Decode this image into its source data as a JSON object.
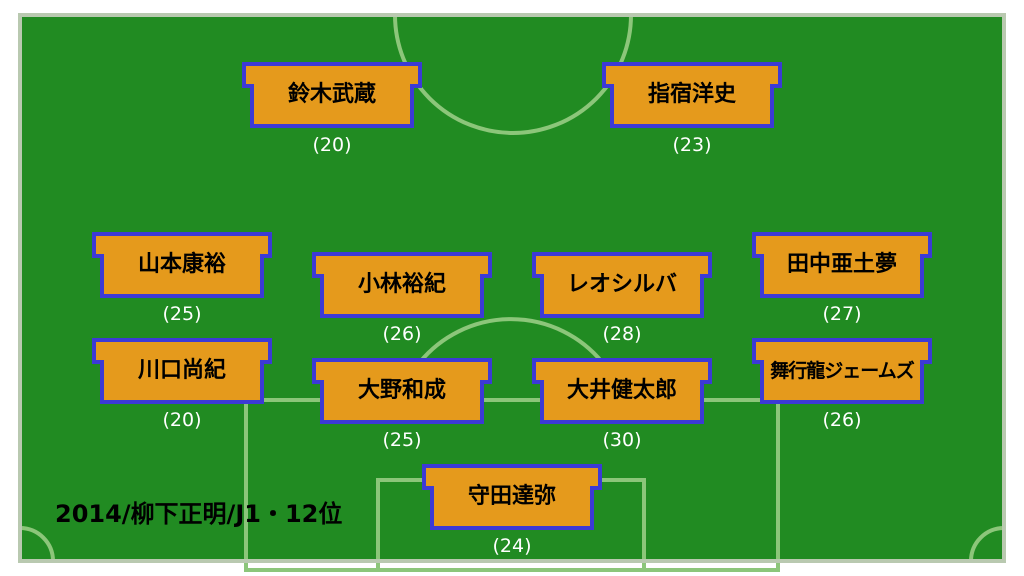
{
  "caption": "2014/柳下正明/J1・12位",
  "colors": {
    "pitch": "#218b22",
    "lines": "#8cc67a",
    "border": "#b9c9b0",
    "shirt_fill": "#e59a1c",
    "shirt_edge": "#3c3ad6"
  },
  "players": [
    {
      "name": "鈴木武蔵",
      "age": "(20)"
    },
    {
      "name": "指宿洋史",
      "age": "(23)"
    },
    {
      "name": "山本康裕",
      "age": "(25)"
    },
    {
      "name": "小林裕紀",
      "age": "(26)"
    },
    {
      "name": "レオシルバ",
      "age": "(28)"
    },
    {
      "name": "田中亜土夢",
      "age": "(27)"
    },
    {
      "name": "川口尚紀",
      "age": "(20)"
    },
    {
      "name": "大野和成",
      "age": "(25)"
    },
    {
      "name": "大井健太郎",
      "age": "(30)"
    },
    {
      "name": "舞行龍ジェームズ",
      "age": "(26)"
    },
    {
      "name": "守田達弥",
      "age": "(24)"
    }
  ]
}
